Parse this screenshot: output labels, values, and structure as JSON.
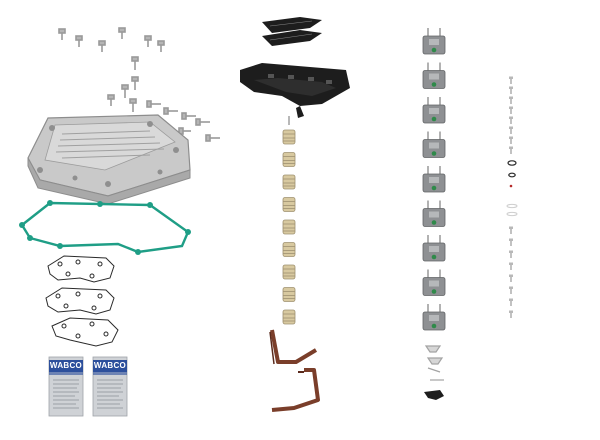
{
  "scene": {
    "brand_text": "WABCO",
    "colors": {
      "housing": "#c9c9c9",
      "gasket": "#1f9e86",
      "seal": "#2a2a2a",
      "plate": "#1d1d1d",
      "spring": "#d8c9a0",
      "solenoid": "#8e9093",
      "solenoid_cap": "#2f8a4a",
      "cable": "#7a3e2a",
      "packet_blue": "#2c4f9c",
      "packet_body": "#cfd2d6"
    },
    "solenoid_count": 9,
    "spring_count": 9,
    "grease_packets": 2
  }
}
